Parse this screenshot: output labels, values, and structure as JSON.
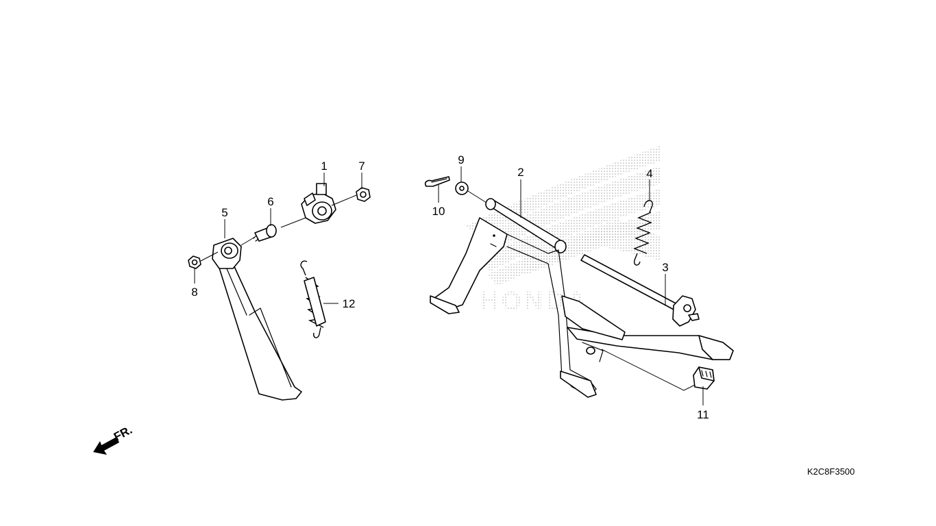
{
  "callouts": [
    {
      "id": "1",
      "label": "1"
    },
    {
      "id": "2",
      "label": "2"
    },
    {
      "id": "3",
      "label": "3"
    },
    {
      "id": "4",
      "label": "4"
    },
    {
      "id": "5",
      "label": "5"
    },
    {
      "id": "6",
      "label": "6"
    },
    {
      "id": "7",
      "label": "7"
    },
    {
      "id": "8",
      "label": "8"
    },
    {
      "id": "9",
      "label": "9"
    },
    {
      "id": "10",
      "label": "10"
    },
    {
      "id": "11",
      "label": "11"
    },
    {
      "id": "12",
      "label": "12"
    }
  ],
  "front_indicator": "FR.",
  "diagram_code": "K2C8F3500",
  "watermark_text": "HONDA",
  "colors": {
    "line": "#000000",
    "background": "#ffffff",
    "watermark_dots": "#9a9a9a"
  }
}
